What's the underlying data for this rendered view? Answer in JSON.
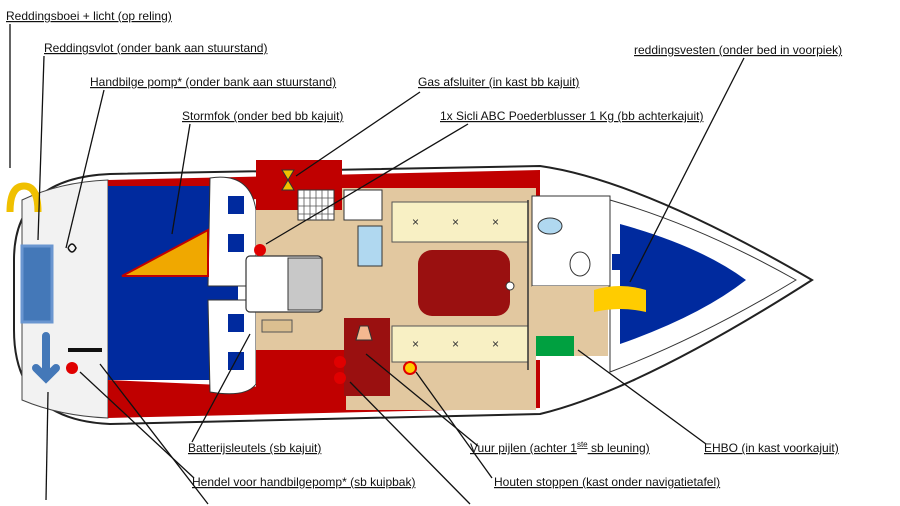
{
  "labels": {
    "reddingsboei": "Reddingsboei + licht (op reling)",
    "reddingsvlot": "Reddingsvlot (onder bank aan stuurstand)",
    "handbilge": "Handbilge pomp* (onder bank aan stuurstand)",
    "stormfok": "Stormfok (onder bed bb kajuit)",
    "gas": "Gas afsluiter (in kast bb kajuit)",
    "blusser": "1x Sicli ABC Poederblusser 1 Kg (bb achterkajuit)",
    "vesten": "reddingsvesten (onder bed in voorpiek)",
    "batterij": "Batterijsleutels (sb kajuit)",
    "hendel": "Hendel voor handbilgepomp* (sb kuipbak)",
    "vuurpijlen_a": "Vuur pijlen (achter  1",
    "vuurpijlen_sup": "ste",
    "vuurpijlen_b": " sb leuning)",
    "houten": "Houten stoppen (kast onder navigatietafel)",
    "ehbo": "EHBO (in kast voorkajuit)"
  },
  "colors": {
    "hull_red": "#c00000",
    "berth_blue": "#002a9e",
    "floor_tan": "#e2c8a0",
    "table_red": "#9a1010",
    "seat_cream": "#f8f0c4",
    "sail_orange": "#f0a800",
    "raft_blue": "#4478b8",
    "marker_red": "#e00000",
    "ehbo_green": "#00a040",
    "buoy_yellow": "#f0c000",
    "vest_yellow": "#ffcc00"
  }
}
